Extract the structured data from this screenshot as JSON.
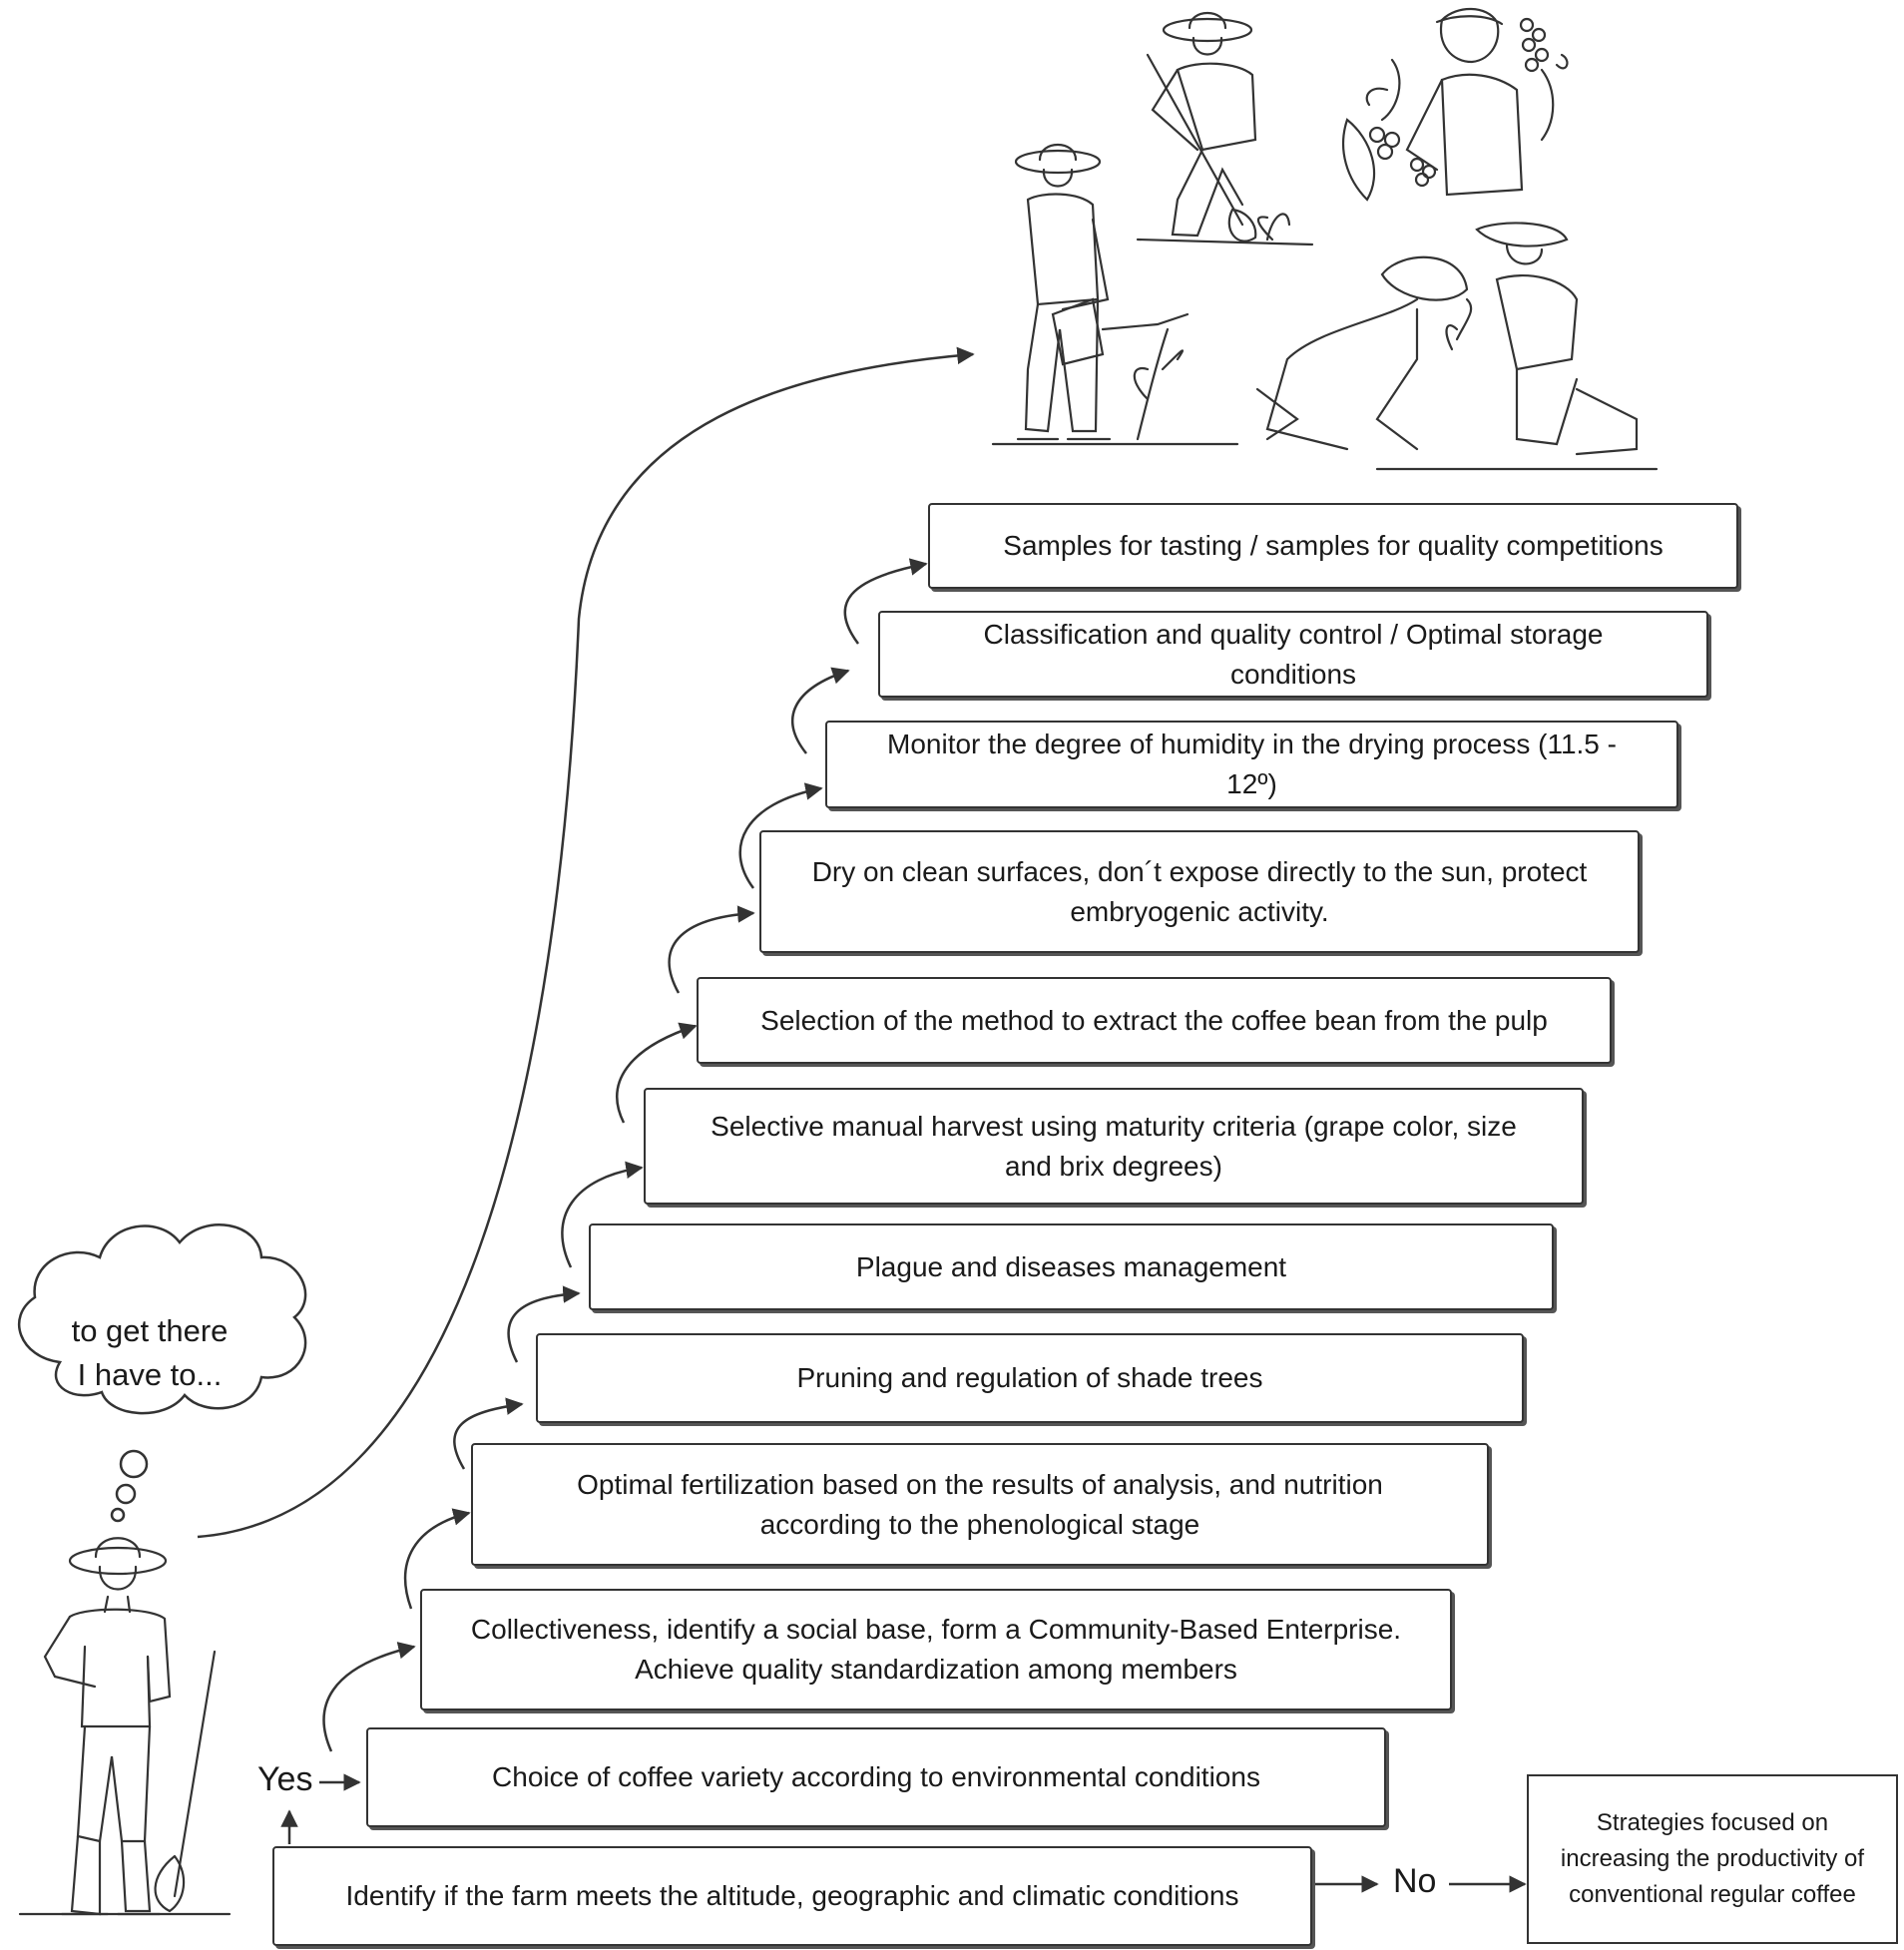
{
  "thought": {
    "line1": "to get there",
    "line2": "I have to..."
  },
  "decision": {
    "question": "Identify if the farm meets the altitude, geographic and climatic conditions",
    "yes_label": "Yes",
    "no_label": "No",
    "no_outcome": "Strategies focused on increasing the productivity of conventional regular coffee"
  },
  "steps": [
    "Choice of coffee variety according to environmental conditions",
    "Collectiveness, identify a social base, form a Community-Based Enterprise. Achieve quality standardization among members",
    "Optimal fertilization based on the results of analysis, and nutrition according to the phenological stage",
    "Pruning and regulation of shade trees",
    "Plague and diseases management",
    "Selective manual harvest using maturity criteria (grape color, size and brix degrees)",
    "Selection of the method to extract the coffee bean from the pulp",
    "Dry on clean surfaces, don´t expose directly to the sun, protect embryogenic activity.",
    "Monitor the degree of humidity in the drying process (11.5 - 12º)",
    "Classification and quality control / Optimal storage conditions",
    "Samples for tasting / samples for quality competitions"
  ]
}
